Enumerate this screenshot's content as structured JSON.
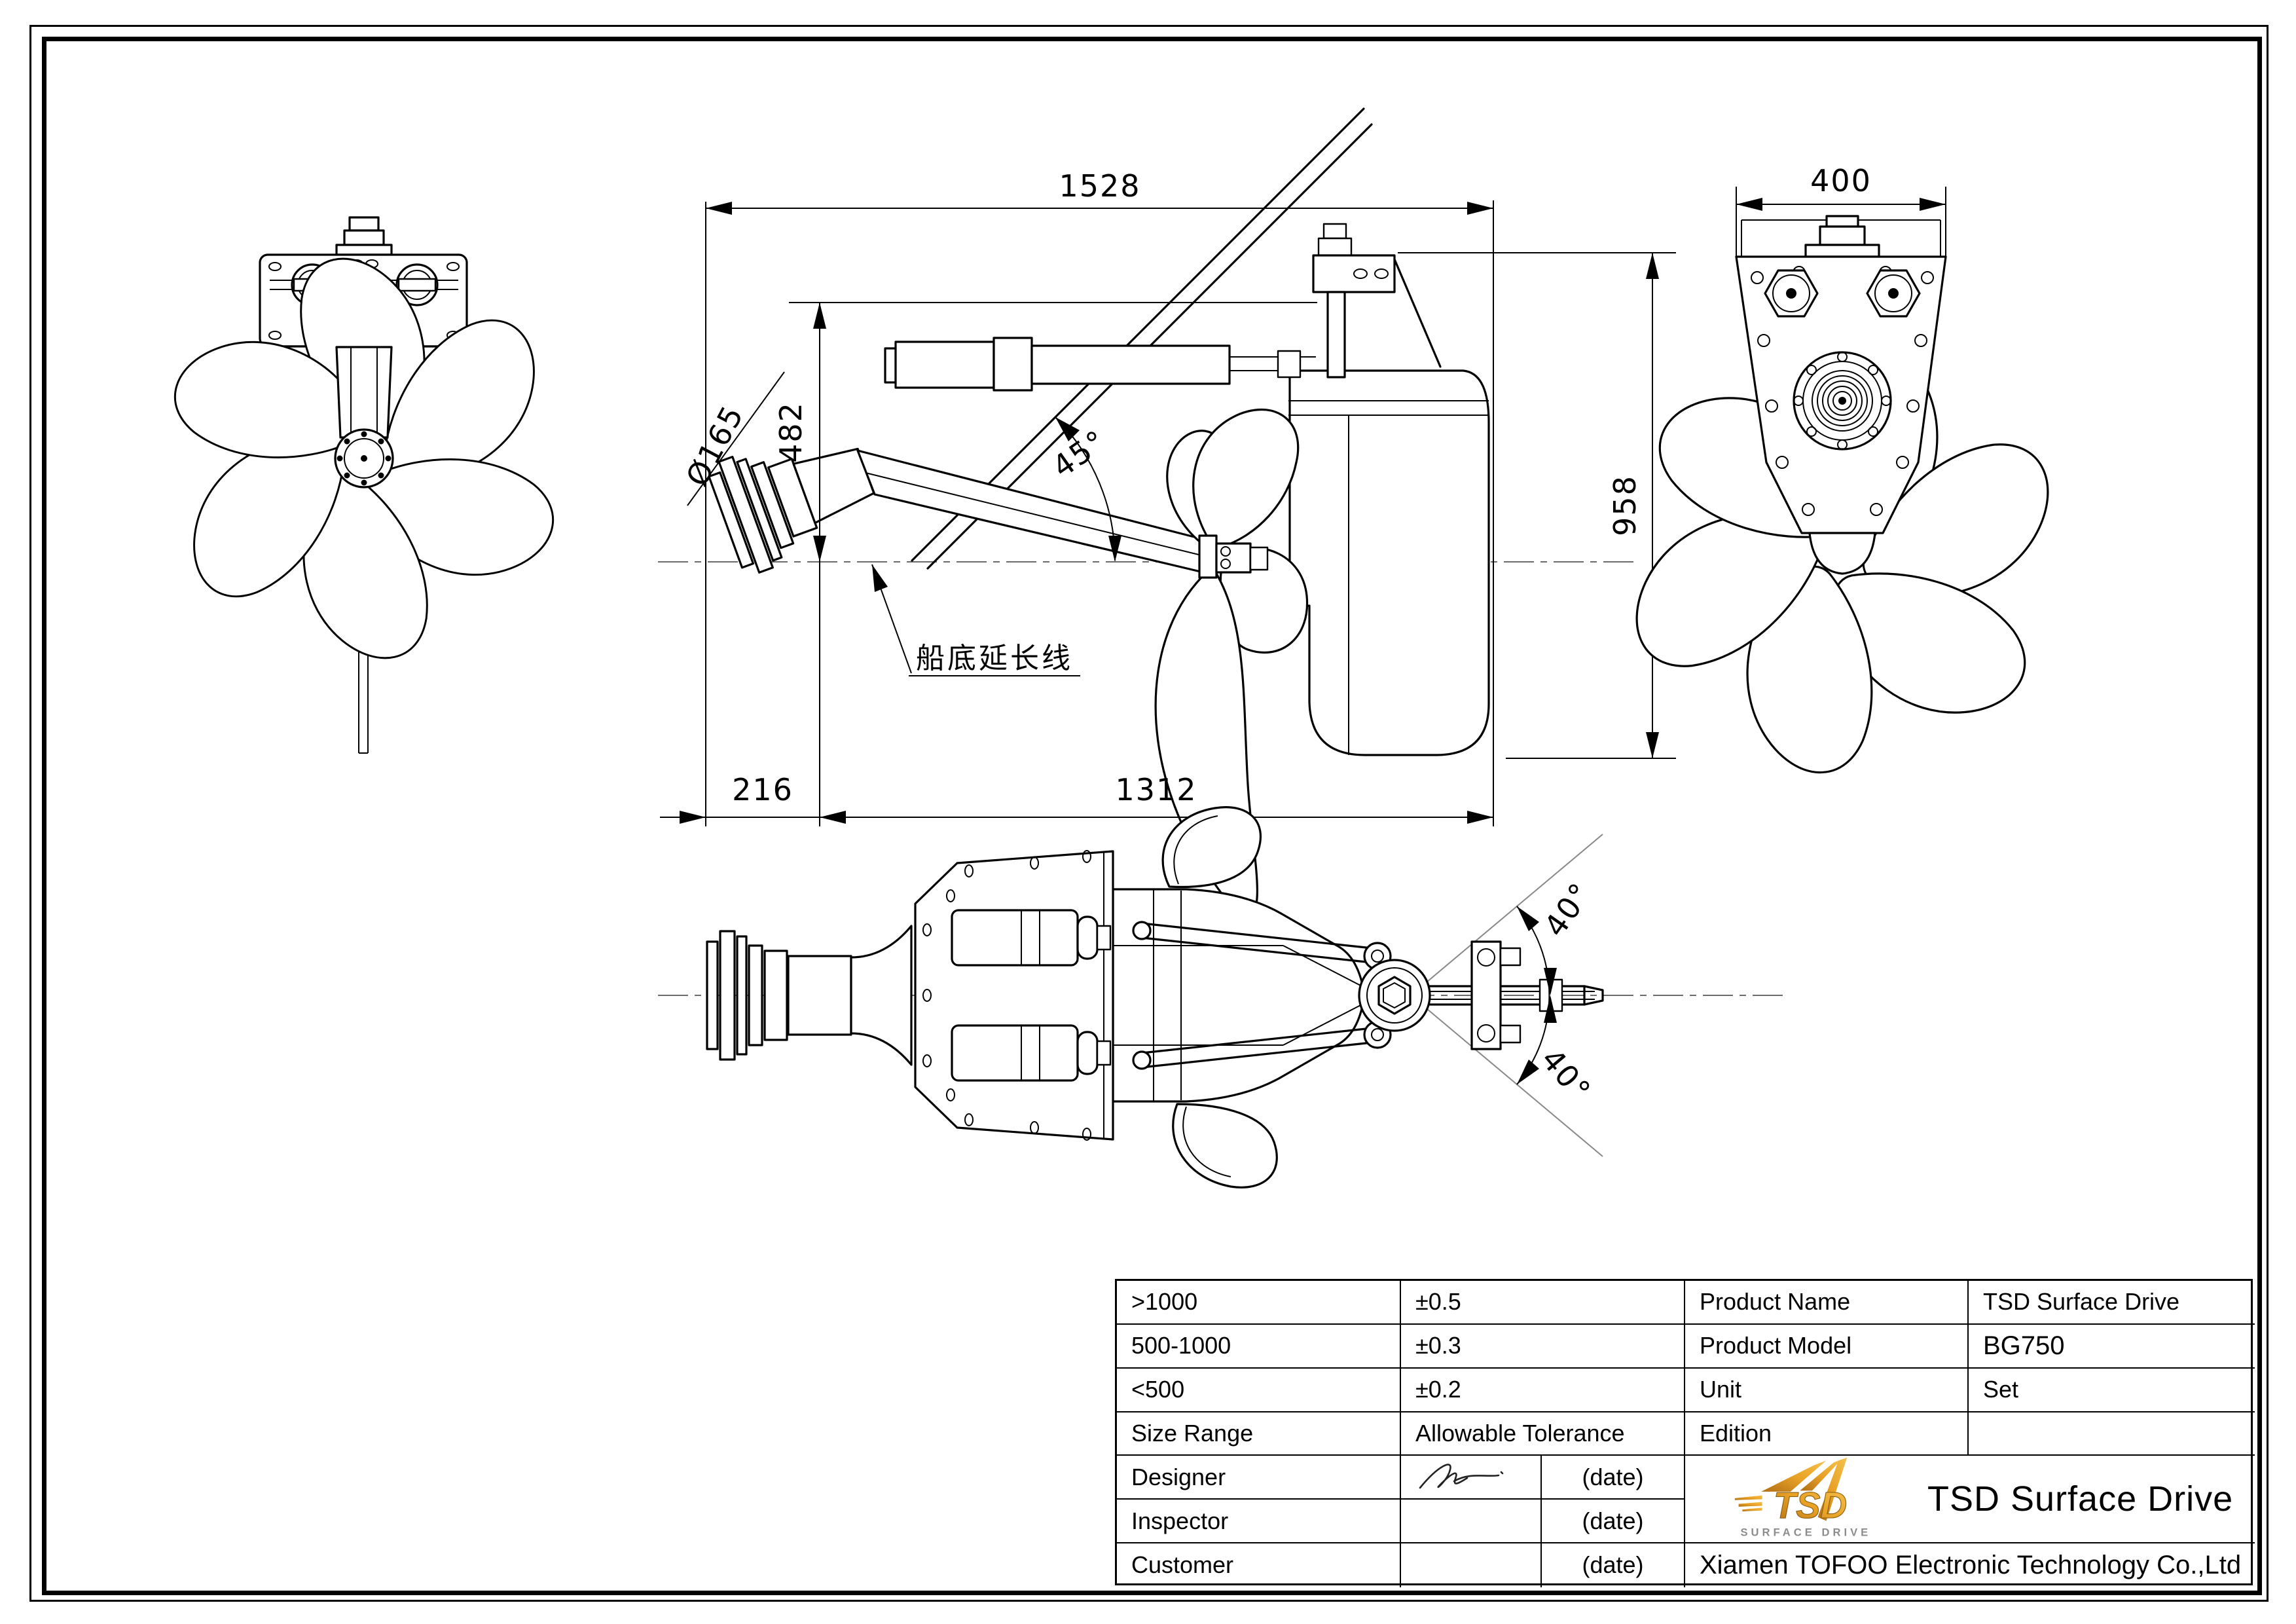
{
  "views": {
    "side": {
      "dim_total_length": "1528",
      "dim_height_above_hull": "482",
      "dim_shaft_flange_dia": "Ø165",
      "dim_trim_angle": "45°",
      "dim_total_height": "958",
      "dim_hull_offset": "216",
      "dim_unit_length": "1312",
      "hull_line_label": "船底延长线"
    },
    "front": {
      "dim_mount_width": "400"
    },
    "top": {
      "dim_steer_angle_up": "40°",
      "dim_steer_angle_down": "40°"
    }
  },
  "title_block": {
    "tolerance_table": {
      "rows": [
        {
          "size_range": ">1000",
          "tolerance": "±0.5"
        },
        {
          "size_range": "500-1000",
          "tolerance": "±0.3"
        },
        {
          "size_range": "<500",
          "tolerance": "±0.2"
        }
      ],
      "header": {
        "size_range": "Size Range",
        "tolerance": "Allowable Tolerance"
      }
    },
    "product": {
      "name_label": "Product Name",
      "name_value": "TSD Surface Drive",
      "model_label": "Product Model",
      "model_value": "BG750",
      "unit_label": "Unit",
      "unit_value": "Set",
      "edition_label": "Edition",
      "edition_value": ""
    },
    "signoff": {
      "designer_label": "Designer",
      "designer_date": "(date)",
      "inspector_label": "Inspector",
      "inspector_date": "(date)",
      "customer_label": "Customer",
      "customer_date": "(date)"
    },
    "brand": {
      "logo_main": "TSD",
      "logo_sub": "SURFACE DRIVE",
      "title": "TSD Surface Drive",
      "company": "Xiamen TOFOO Electronic Technology Co.,Ltd",
      "gold": "#E09A28",
      "gold_dark": "#A86E12",
      "gray": "#8C8C8C"
    }
  }
}
